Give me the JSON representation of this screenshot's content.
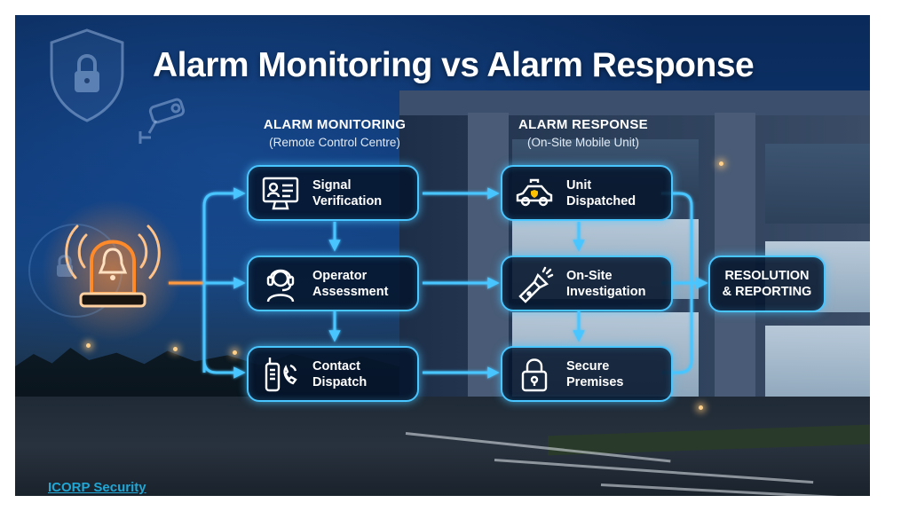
{
  "title": "Alarm Monitoring vs Alarm Response",
  "columns": {
    "monitoring": {
      "heading": "ALARM MONITORING",
      "subheading": "(Remote Control Centre)"
    },
    "response": {
      "heading": "ALARM RESPONSE",
      "subheading": "(On-Site Mobile Unit)"
    }
  },
  "monitoring_steps": [
    {
      "line1": "Signal",
      "line2": "Verification",
      "icon": "computer-monitor-icon"
    },
    {
      "line1": "Operator",
      "line2": "Assessment",
      "icon": "operator-headset-icon"
    },
    {
      "line1": "Contact",
      "line2": "Dispatch",
      "icon": "radio-phone-icon"
    }
  ],
  "response_steps": [
    {
      "line1": "Unit",
      "line2": "Dispatched",
      "icon": "patrol-car-icon"
    },
    {
      "line1": "On-Site",
      "line2": "Investigation",
      "icon": "flashlight-icon"
    },
    {
      "line1": "Secure",
      "line2": "Premises",
      "icon": "padlock-icon"
    }
  ],
  "resolution": {
    "line1": "RESOLUTION",
    "line2": "& REPORTING"
  },
  "brand": "ICORP Security",
  "colors": {
    "accent": "#49c5ff",
    "siren": "#ff8a2a",
    "box_fill": "#06162c",
    "brand": "#1fa7d6"
  }
}
